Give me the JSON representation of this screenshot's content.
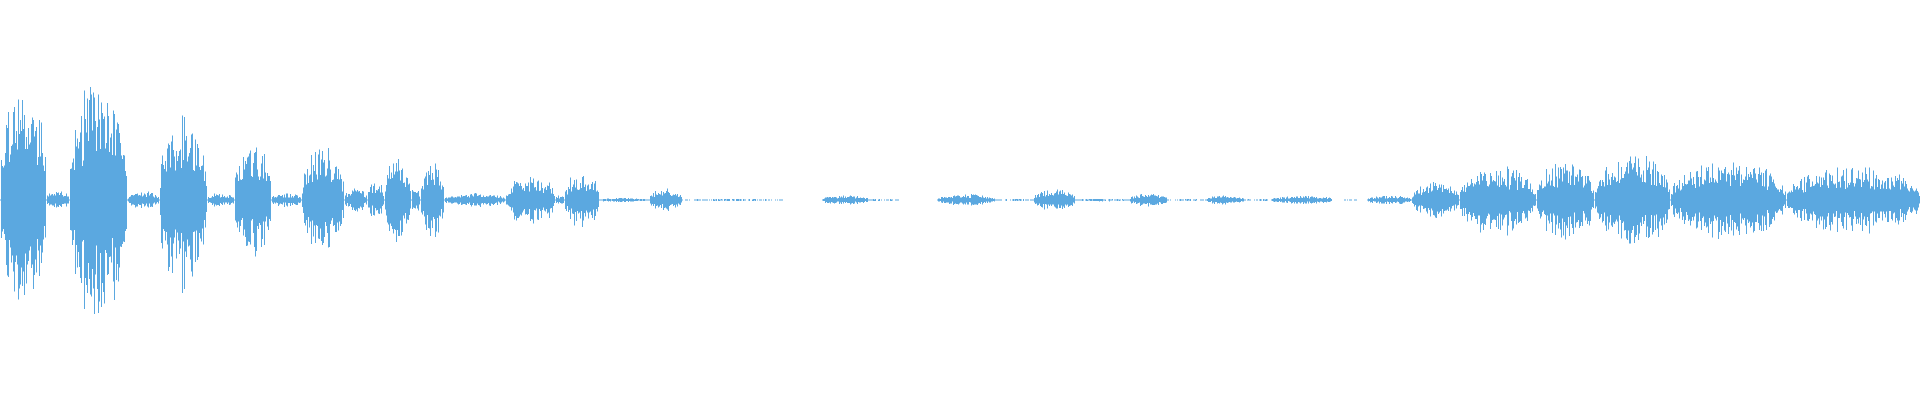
{
  "waveform": {
    "color": "#5ba8e0",
    "background": "#ffffff",
    "segments": [
      {
        "start": 0.0,
        "end": 0.024,
        "amp": 0.5,
        "density": 1.0
      },
      {
        "start": 0.024,
        "end": 0.036,
        "amp": 0.04,
        "density": 1.0
      },
      {
        "start": 0.036,
        "end": 0.066,
        "amp": 0.52,
        "density": 1.0
      },
      {
        "start": 0.066,
        "end": 0.083,
        "amp": 0.04,
        "density": 1.0
      },
      {
        "start": 0.083,
        "end": 0.108,
        "amp": 0.38,
        "density": 1.0
      },
      {
        "start": 0.108,
        "end": 0.122,
        "amp": 0.03,
        "density": 1.0
      },
      {
        "start": 0.122,
        "end": 0.141,
        "amp": 0.26,
        "density": 1.0
      },
      {
        "start": 0.141,
        "end": 0.157,
        "amp": 0.03,
        "density": 1.0
      },
      {
        "start": 0.157,
        "end": 0.179,
        "amp": 0.22,
        "density": 1.0
      },
      {
        "start": 0.179,
        "end": 0.191,
        "amp": 0.05,
        "density": 1.0
      },
      {
        "start": 0.191,
        "end": 0.2,
        "amp": 0.08,
        "density": 1.0
      },
      {
        "start": 0.2,
        "end": 0.214,
        "amp": 0.18,
        "density": 1.0
      },
      {
        "start": 0.214,
        "end": 0.219,
        "amp": 0.06,
        "density": 1.0
      },
      {
        "start": 0.219,
        "end": 0.231,
        "amp": 0.16,
        "density": 1.0
      },
      {
        "start": 0.231,
        "end": 0.263,
        "amp": 0.03,
        "density": 1.0
      },
      {
        "start": 0.263,
        "end": 0.289,
        "amp": 0.11,
        "density": 1.0
      },
      {
        "start": 0.289,
        "end": 0.294,
        "amp": 0.02,
        "density": 1.0
      },
      {
        "start": 0.294,
        "end": 0.312,
        "amp": 0.12,
        "density": 1.0
      },
      {
        "start": 0.312,
        "end": 0.338,
        "amp": 0.01,
        "density": 1.0
      },
      {
        "start": 0.338,
        "end": 0.355,
        "amp": 0.05,
        "density": 1.0
      },
      {
        "start": 0.355,
        "end": 0.408,
        "amp": 0.005,
        "density": 0.7
      },
      {
        "start": 0.428,
        "end": 0.452,
        "amp": 0.02,
        "density": 1.0
      },
      {
        "start": 0.452,
        "end": 0.468,
        "amp": 0.005,
        "density": 0.7
      },
      {
        "start": 0.488,
        "end": 0.518,
        "amp": 0.025,
        "density": 1.0
      },
      {
        "start": 0.518,
        "end": 0.538,
        "amp": 0.005,
        "density": 0.8
      },
      {
        "start": 0.538,
        "end": 0.56,
        "amp": 0.045,
        "density": 1.0
      },
      {
        "start": 0.56,
        "end": 0.588,
        "amp": 0.006,
        "density": 0.8
      },
      {
        "start": 0.588,
        "end": 0.608,
        "amp": 0.03,
        "density": 1.0
      },
      {
        "start": 0.608,
        "end": 0.628,
        "amp": 0.005,
        "density": 0.7
      },
      {
        "start": 0.628,
        "end": 0.648,
        "amp": 0.02,
        "density": 1.0
      },
      {
        "start": 0.648,
        "end": 0.662,
        "amp": 0.005,
        "density": 0.6
      },
      {
        "start": 0.662,
        "end": 0.694,
        "amp": 0.018,
        "density": 1.0
      },
      {
        "start": 0.7,
        "end": 0.708,
        "amp": 0.004,
        "density": 0.6
      },
      {
        "start": 0.712,
        "end": 0.735,
        "amp": 0.02,
        "density": 1.0
      },
      {
        "start": 0.735,
        "end": 0.76,
        "amp": 0.08,
        "density": 1.0
      },
      {
        "start": 0.76,
        "end": 0.8,
        "amp": 0.15,
        "density": 1.0
      },
      {
        "start": 0.8,
        "end": 0.83,
        "amp": 0.17,
        "density": 1.0
      },
      {
        "start": 0.83,
        "end": 0.87,
        "amp": 0.2,
        "density": 1.0
      },
      {
        "start": 0.87,
        "end": 0.93,
        "amp": 0.17,
        "density": 1.0
      },
      {
        "start": 0.93,
        "end": 1.0,
        "amp": 0.14,
        "density": 1.0
      }
    ]
  }
}
